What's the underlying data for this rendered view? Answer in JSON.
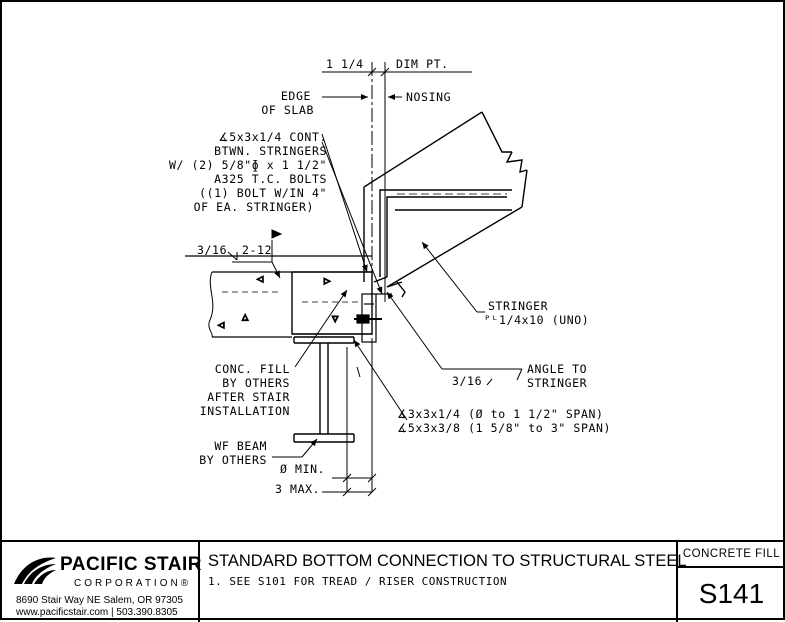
{
  "drawing": {
    "labels": {
      "dim_top_left": "1 1/4",
      "dim_top_right": "DIM PT.",
      "edge_of_slab_1": "EDGE",
      "edge_of_slab_2": "OF SLAB",
      "nosing": "NOSING",
      "angle_1": "∡5x3x1/4 CONT.",
      "angle_2": "BTWN. STRINGERS",
      "angle_3": "W/ (2) 5/8\"ɸ x 1 1/2\"",
      "angle_4": "A325 T.C. BOLTS",
      "angle_5": "((1) BOLT W/IN 4\"",
      "angle_6": "OF EA. STRINGER)",
      "weld_left_size": "3/16",
      "weld_left_pitch": "2-12",
      "stringer_1": "STRINGER",
      "stringer_2": "ᴾᴸ1/4x10 (UNO)",
      "angle_to_1": "ANGLE TO",
      "angle_to_2": "STRINGER",
      "weld_right_size": "3/16",
      "conc_1": "CONC. FILL",
      "conc_2": "BY OTHERS",
      "conc_3": "AFTER STAIR",
      "conc_4": "INSTALLATION",
      "clip_1": "∡3x3x1/4 (Ø to 1 1/2\" SPAN)",
      "clip_2": "∡5x3x3/8 (1 5/8\" to 3\" SPAN)",
      "wf_1": "WF BEAM",
      "wf_2": "BY OTHERS",
      "min": "Ø MIN.",
      "max": "3 MAX."
    }
  },
  "title_block": {
    "company": "PACIFIC STAIR",
    "company_sub": "CORPORATION®",
    "address": "8690 Stair Way NE Salem, OR 97305",
    "web_phone": "www.pacificstair.com  |  503.390.8305",
    "title": "STANDARD BOTTOM CONNECTION TO STRUCTURAL STEEL",
    "note": "1.  SEE S101 FOR TREAD / RISER CONSTRUCTION",
    "category": "CONCRETE FILL",
    "sheet_number": "S141"
  }
}
